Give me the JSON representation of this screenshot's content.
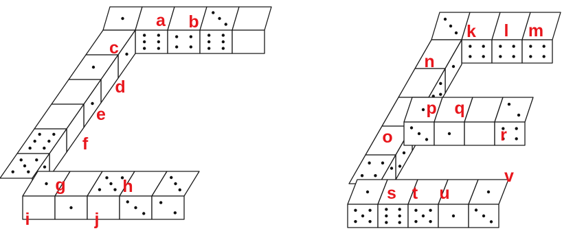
{
  "colors": {
    "label": "#e8161c",
    "line": "#1a1a1a",
    "face": "#ffffff",
    "pip": "#111111"
  },
  "figure_left": {
    "labels": {
      "a": "a",
      "b": "b",
      "c": "c",
      "d": "d",
      "e": "e",
      "f": "f",
      "g": "g",
      "h": "h",
      "i": "i",
      "j": "j"
    }
  },
  "figure_right": {
    "labels": {
      "k": "k",
      "l": "l",
      "m": "m",
      "n": "n",
      "o": "o",
      "p": "p",
      "q": "q",
      "r": "r",
      "s": "s",
      "t": "t",
      "u": "u",
      "v": "v"
    }
  }
}
